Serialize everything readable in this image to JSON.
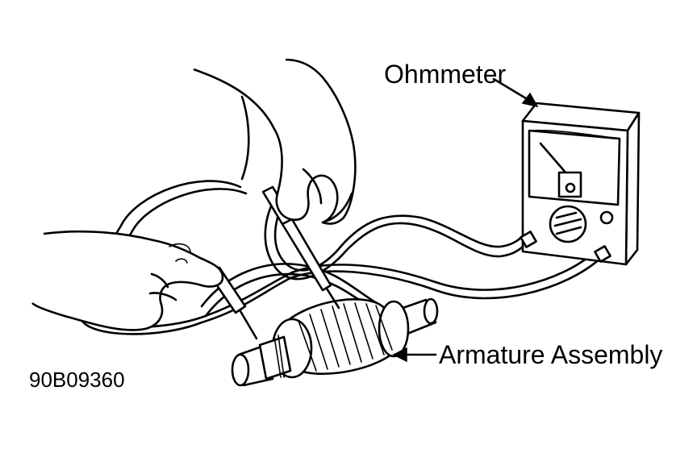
{
  "labels": {
    "ohmmeter": "Ohmmeter",
    "armature": "Armature Assembly",
    "figure_code": "90B09360"
  },
  "colors": {
    "ink": "#000000",
    "paper": "#ffffff"
  }
}
